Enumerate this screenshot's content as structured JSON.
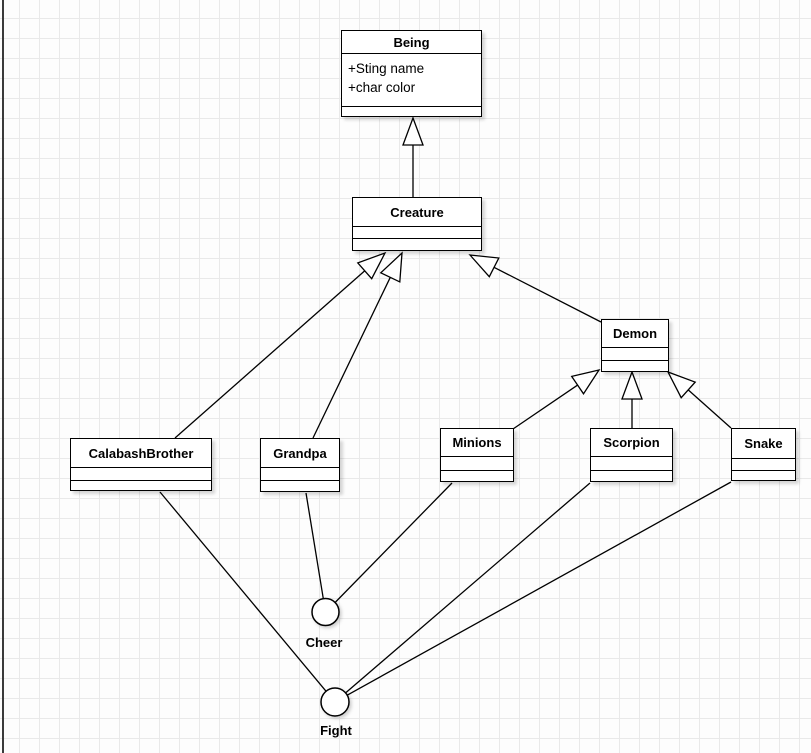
{
  "diagram": {
    "type": "uml-class-diagram",
    "classes": [
      {
        "name": "Being",
        "attributes": [
          "+Sting name",
          "+char color"
        ]
      },
      {
        "name": "Creature",
        "attributes": []
      },
      {
        "name": "Demon",
        "attributes": []
      },
      {
        "name": "CalabashBrother",
        "attributes": []
      },
      {
        "name": "Grandpa",
        "attributes": []
      },
      {
        "name": "Minions",
        "attributes": []
      },
      {
        "name": "Scorpion",
        "attributes": []
      },
      {
        "name": "Snake",
        "attributes": []
      }
    ],
    "interfaces": [
      {
        "label": "Cheer"
      },
      {
        "label": "Fight"
      }
    ],
    "relationships": [
      {
        "from": "Creature",
        "to": "Being",
        "type": "generalization"
      },
      {
        "from": "CalabashBrother",
        "to": "Creature",
        "type": "generalization"
      },
      {
        "from": "Grandpa",
        "to": "Creature",
        "type": "generalization"
      },
      {
        "from": "Demon",
        "to": "Creature",
        "type": "generalization"
      },
      {
        "from": "Minions",
        "to": "Demon",
        "type": "generalization"
      },
      {
        "from": "Scorpion",
        "to": "Demon",
        "type": "generalization"
      },
      {
        "from": "Snake",
        "to": "Demon",
        "type": "generalization"
      },
      {
        "from": "Grandpa",
        "to": "Cheer",
        "type": "association"
      },
      {
        "from": "Minions",
        "to": "Cheer",
        "type": "association"
      },
      {
        "from": "CalabashBrother",
        "to": "Fight",
        "type": "association"
      },
      {
        "from": "Scorpion",
        "to": "Fight",
        "type": "association"
      },
      {
        "from": "Snake",
        "to": "Fight",
        "type": "association"
      }
    ],
    "colors": {
      "shape_stroke": "#000000",
      "shape_fill": "#ffffff",
      "canvas": "#fdfdfd",
      "grid_line": "#e9e9e9",
      "left_edge_bar": "#3a3a3a"
    }
  }
}
